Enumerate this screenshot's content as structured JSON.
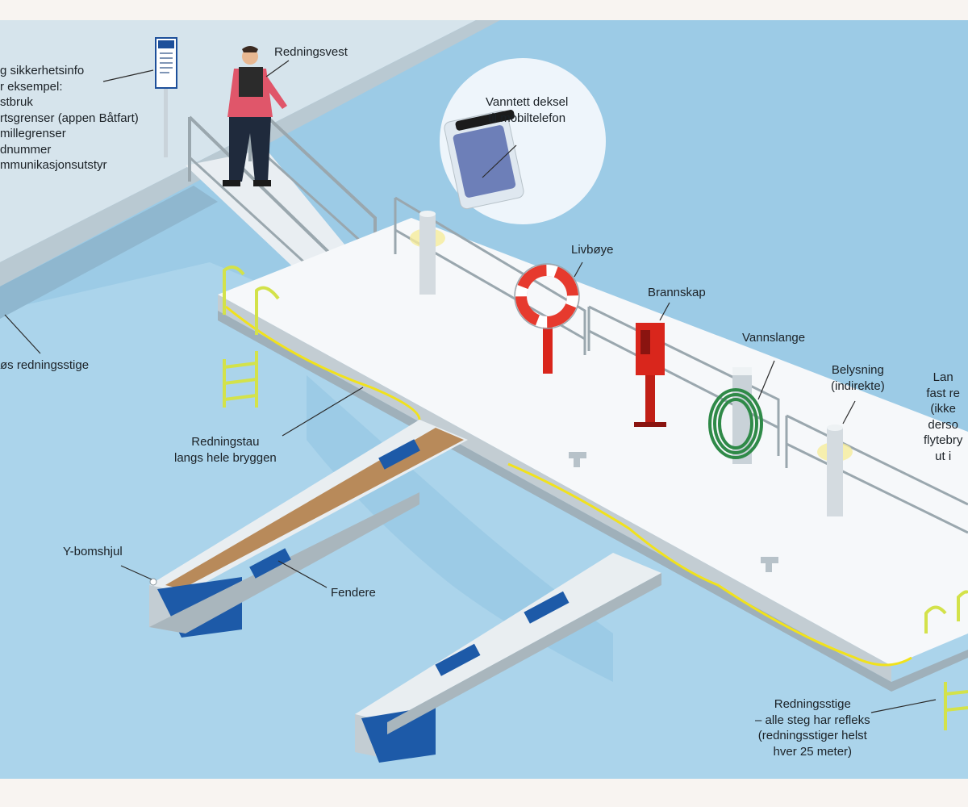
{
  "labels": {
    "safety_info": [
      "g sikkerhetsinfo",
      "r eksempel:",
      "stbruk",
      "rtsgrenser (appen Båtfart)",
      "millegrenser",
      "dnummer",
      "mmunikasjonsutstyr"
    ],
    "life_vest": "Redningsvest",
    "phone_cover": [
      "Vanntett deksel",
      "til mobiltelefon"
    ],
    "life_buoy": "Livbøye",
    "fire_cabinet": "Brannskap",
    "water_hose": "Vannslange",
    "lighting": [
      "Belysning",
      "(indirekte)"
    ],
    "land_side": [
      "Lan",
      "fast re",
      "(ikke",
      "derso",
      "flytebry",
      "ut i"
    ],
    "loose_ladder": "øs redningsstige",
    "rescue_rope": [
      "Redningstau",
      "langs hele bryggen"
    ],
    "y_boom_wheel": "Y-bomshjul",
    "fenders": "Fendere",
    "rescue_ladder": [
      "Redningsstige",
      "– alle steg har refleks",
      "(redningsstiger helst",
      "hver 25 meter)"
    ]
  },
  "colors": {
    "water": "#a9d3ea",
    "water_dark": "#5fa6d3",
    "dock": "#ffffff",
    "dock_edge": "#c8d2d8",
    "rope": "#f1e21c",
    "buoy": "#e63a2e",
    "fire": "#d9261c",
    "hose": "#2f8a48",
    "pontoon": "#1d5aa8",
    "wood": "#b88a5a"
  },
  "icons": [
    "safety-sign-icon",
    "person-icon",
    "phone-icon",
    "life-buoy-icon",
    "fire-cabinet-icon",
    "hose-icon",
    "light-post-icon",
    "ladder-icon",
    "cleat-icon"
  ]
}
